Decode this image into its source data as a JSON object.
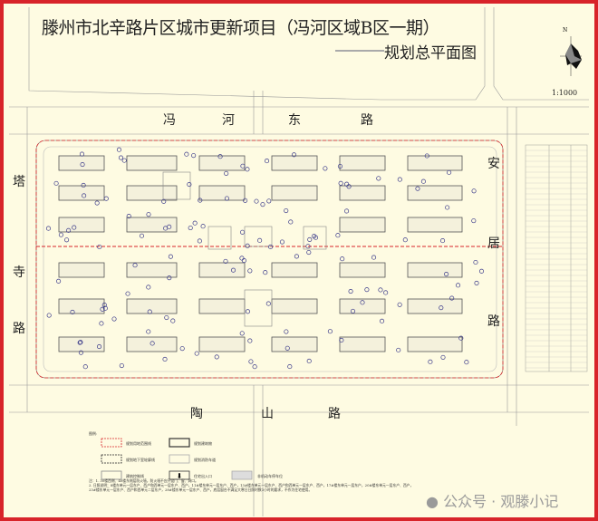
{
  "title": "滕州市北辛路片区城市更新项目（冯河区域B区一期）",
  "subtitle": "规划总平面图",
  "north": "N",
  "scale": "1:1000",
  "roads": {
    "north": [
      "冯",
      "河",
      "东",
      "路"
    ],
    "west": [
      "塔",
      "寺",
      "路"
    ],
    "east": [
      "安",
      "居",
      "路"
    ],
    "south": [
      "陶",
      "山",
      "路"
    ]
  },
  "legend": {
    "heading": "图例:",
    "items": [
      "规划用地范围线",
      "规划建筑物",
      "规划地下室轮廓线",
      "规划消防车道",
      "建筑控制线",
      "住宅出入口",
      "非机动车停车位"
    ]
  },
  "notes": [
    "注：1. 30楼西侧、40楼东侧层防火墙，防火墙不应开设门、窗、洞口。",
    "2. 日照说明：8楼东单元一层东户、西户和西单元一层东户、西户，11#楼东单元一层东户、西户，13#楼东单元一层东户、西户和西单元一层东户、西户，17#楼东单元一层东户，20#楼东单元一层东户、西户，23#楼东单元一层东户、西户和西单元二层东户，28#楼东单元一层东户、西户，底层窗台不满足大寒日日照时数3小时的要求，不作为住宅使用。"
  ],
  "watermark": "公众号 · 观滕小记",
  "colors": {
    "frame": "#d8242a",
    "paper": "#fefbe2",
    "building": "#555555",
    "tree": "#3a3a8a"
  }
}
